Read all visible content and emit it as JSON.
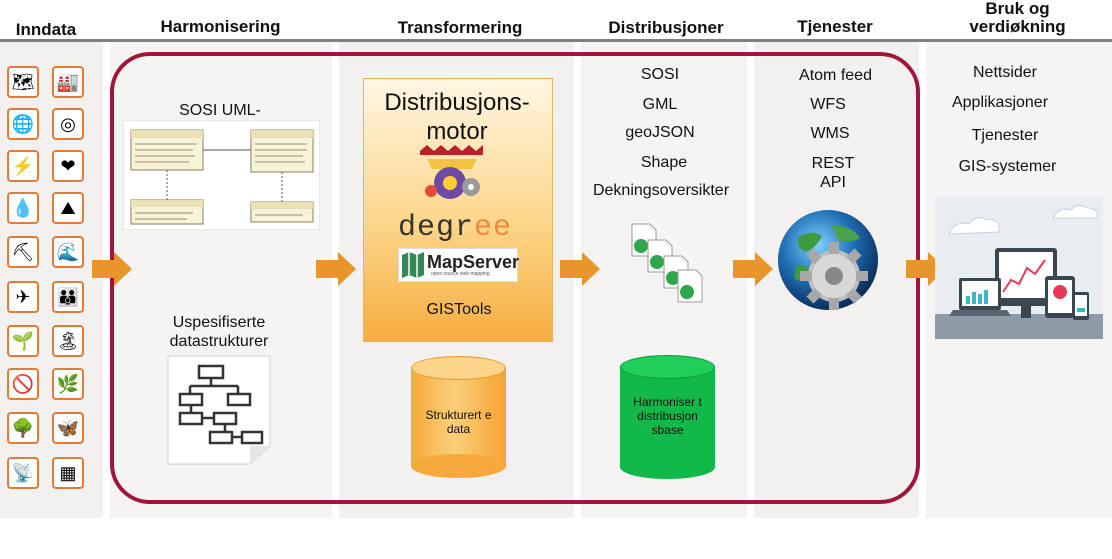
{
  "headers": {
    "inndata": "Inndata",
    "harmonisering": "Harmonisering",
    "transformering": "Transformering",
    "distribusjoner": "Distribusjoner",
    "tjenester": "Tjenester",
    "bruk": "Bruk og verdiøkning"
  },
  "harmonisering": {
    "uml_label": "SOSI UML-modeller",
    "unspecified_label": "Uspesifiserte datastrukturer"
  },
  "transformering": {
    "engine_title": "Distribusjons-motor",
    "deegree_a": "degr",
    "deegree_b": "ee",
    "mapserver": "MapServer",
    "mapserver_tag": "open source web mapping",
    "gistools": "GISTools",
    "db_label": "Strukturert e data"
  },
  "distribusjoner": {
    "items": [
      "SOSI",
      "GML",
      "geoJSON",
      "Shape",
      "Dekningsoversikter"
    ],
    "db_label": "Harmoniser t distribusjon sbase"
  },
  "tjenester": {
    "items": [
      "Atom feed",
      "WFS",
      "WMS",
      "REST API"
    ]
  },
  "bruk": {
    "items": [
      "Nettsider",
      "Applikasjoner",
      "Tjenester",
      "GIS-systemer"
    ]
  },
  "colors": {
    "frame": "#a1153a",
    "arrow": "#e8952b",
    "icon_border": "#e07b39",
    "db_orange": "#f7b24a",
    "db_green": "#12b84a"
  }
}
